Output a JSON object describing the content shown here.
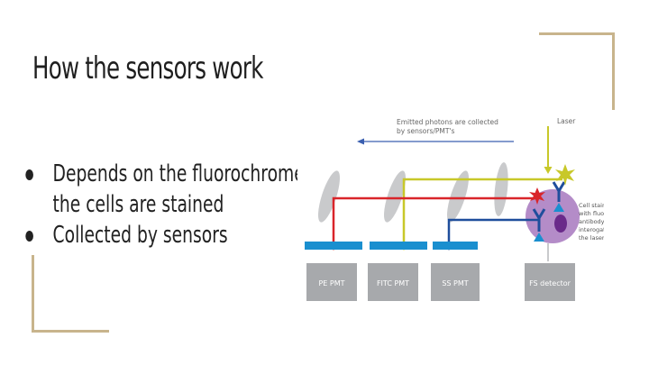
{
  "slide": {
    "title": "How the sensors work",
    "bullets": [
      {
        "lines": [
          "Depends on the fluorochrome",
          "the cells are stained"
        ]
      },
      {
        "lines": [
          "Collected by sensors"
        ]
      }
    ]
  },
  "diagram": {
    "emitted_label_line1": "Emitted photons are collected",
    "emitted_label_line2": "by sensors/PMT's",
    "laser_label": "Laser",
    "cell_label_lines": [
      "Cell stained",
      "with fluorescent",
      "antibody are",
      "interogated by",
      "the laser."
    ],
    "detectors": [
      "PE PMT",
      "FITC PMT",
      "SS PMT",
      "FS detector"
    ],
    "colors": {
      "red": "#d9252a",
      "yellow": "#c8c829",
      "blue": "#1f4e9c",
      "arrow_blue": "#3a5fb0",
      "filter": "#1a8fcf",
      "detector_box": "#a7a9ac",
      "lens": "#c9cacc",
      "cell": "#b48cc8",
      "nucleus": "#6a2a8a",
      "accent": "#c8b48c"
    }
  }
}
